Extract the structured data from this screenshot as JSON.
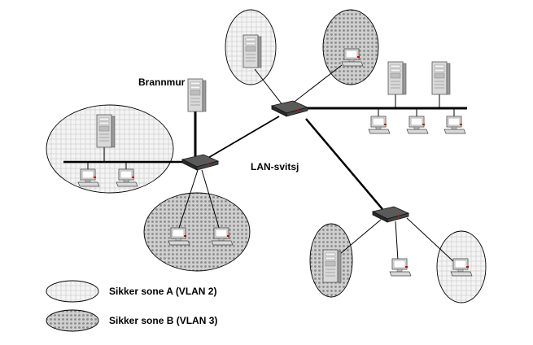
{
  "labels": {
    "firewall": "Brannmur",
    "switch": "LAN-svitsj"
  },
  "legend": {
    "zone_a": "Sikker sone A (VLAN 2)",
    "zone_b": "Sikker sone B (VLAN 3)"
  },
  "colors": {
    "zone_a_fill": "#f2f2f2",
    "zone_b_fill": "#c8c8c8",
    "line": "#000000",
    "device_body": "#e6e6e6",
    "device_shadow": "#9a9a9a",
    "switch_body": "#3a3a3a",
    "indicator": "#cc0000"
  }
}
